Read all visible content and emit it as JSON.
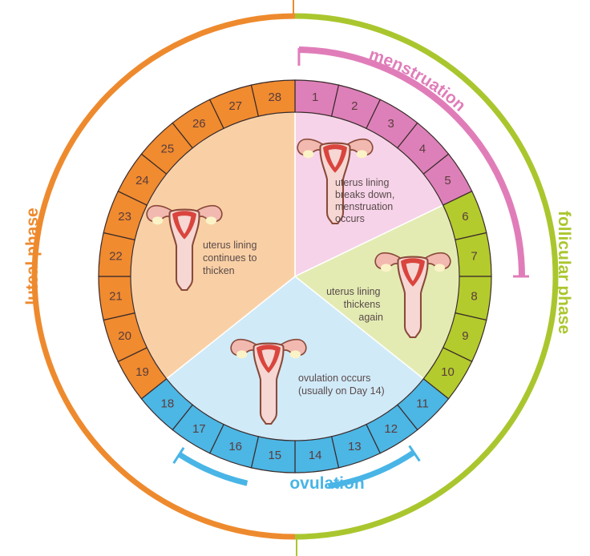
{
  "title": "Menstrual cycle",
  "colors": {
    "menstruation": {
      "segment": "#dd80b9",
      "wedge": "#f6d3e8",
      "arc": "#e07db9"
    },
    "follicular": {
      "segment": "#b3cb2d",
      "wedge": "#e3ebb3",
      "arc": "#aac62e"
    },
    "ovulation": {
      "segment": "#4cb6e4",
      "wedge": "#d0eaf8",
      "arc": "#48b5e6"
    },
    "luteal": {
      "segment": "#f08b2f",
      "wedge": "#f9d0a5",
      "arc": "#ee8a2e"
    }
  },
  "days": [
    "1",
    "2",
    "3",
    "4",
    "5",
    "6",
    "7",
    "8",
    "9",
    "10",
    "11",
    "12",
    "13",
    "14",
    "15",
    "16",
    "17",
    "18",
    "19",
    "20",
    "21",
    "22",
    "23",
    "24",
    "25",
    "26",
    "27",
    "28"
  ],
  "wedges": {
    "menstruation": {
      "days": [
        1,
        5
      ],
      "lines": [
        "uterus lining",
        "breaks down,",
        "menstruation",
        "occurs"
      ]
    },
    "follicular": {
      "days": [
        6,
        10
      ],
      "lines": [
        "uterus lining",
        "thickens",
        "again"
      ]
    },
    "ovulation": {
      "days": [
        11,
        18
      ],
      "lines": [
        "ovulation occurs",
        "(usually on Day 14)"
      ]
    },
    "luteal": {
      "days": [
        19,
        28
      ],
      "lines": [
        "uterus lining",
        "continues to",
        "thicken"
      ]
    }
  },
  "labels": {
    "menstruation": "menstruation",
    "ovulation": "ovulation",
    "follicular_phase": "follicular phase",
    "luteal_phase": "luteal phase"
  }
}
